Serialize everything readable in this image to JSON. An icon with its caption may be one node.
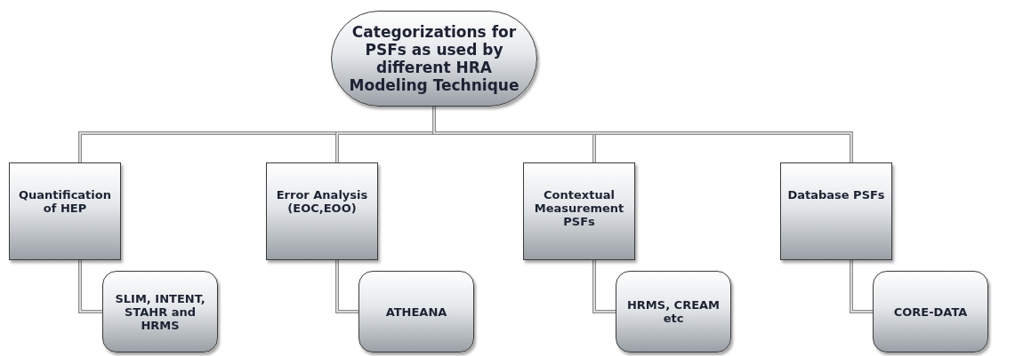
{
  "diagram": {
    "nodes": [
      {
        "text": [
          "Categorizations for PSFs as used by different HRA Modeling Technique"
        ]
      },
      {
        "text": [
          "Quantification of HEP"
        ]
      },
      {
        "text": [
          "Error Analysis (EOC,EOO)"
        ]
      },
      {
        "text": [
          "Contextual Measurement PSFs"
        ]
      },
      {
        "text": [
          "Database PSFs"
        ]
      },
      {
        "text": [
          "SLIM, INTENT, STAHR and HRMS"
        ]
      },
      {
        "text": [
          "ATHEANA"
        ]
      },
      {
        "text": [
          "HRMS, CREAM etc"
        ]
      },
      {
        "text": [
          "CORE-DATA"
        ]
      }
    ],
    "edges": [
      {
        "from": 0,
        "to": 1,
        "arrow": "none"
      },
      {
        "from": 0,
        "to": 2,
        "arrow": "none"
      },
      {
        "from": 0,
        "to": 3,
        "arrow": "none"
      },
      {
        "from": 0,
        "to": 4,
        "arrow": "none"
      },
      {
        "from": 1,
        "to": 5,
        "arrow": "none"
      },
      {
        "from": 2,
        "to": 6,
        "arrow": "none"
      },
      {
        "from": 3,
        "to": 7,
        "arrow": "none"
      },
      {
        "from": 4,
        "to": 8,
        "arrow": "none"
      }
    ]
  }
}
